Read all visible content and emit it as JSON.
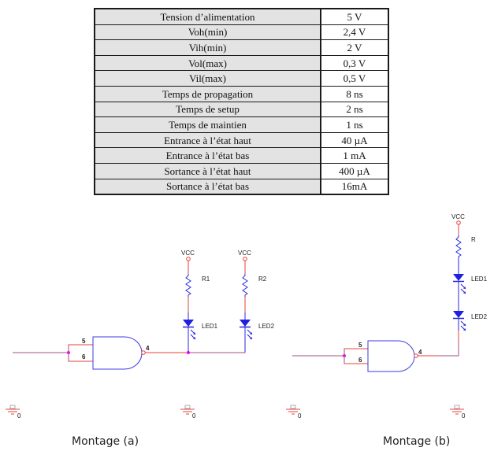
{
  "table": {
    "rows": [
      {
        "param": "Tension d’alimentation",
        "value": "5 V"
      },
      {
        "param": "Voh(min)",
        "value": "2,4 V"
      },
      {
        "param": "Vih(min)",
        "value": "2 V"
      },
      {
        "param": "Vol(max)",
        "value": "0,3 V"
      },
      {
        "param": "Vil(max)",
        "value": "0,5 V"
      },
      {
        "param": "Temps de propagation",
        "value": "8 ns"
      },
      {
        "param": "Temps de setup",
        "value": "2 ns"
      },
      {
        "param": "Temps de maintien",
        "value": "1 ns"
      },
      {
        "param": "Entrance à l’état haut",
        "value": "40 µA"
      },
      {
        "param": "Entrance à l’état bas",
        "value": "1 mA"
      },
      {
        "param": "Sortance à l’état haut",
        "value": "400 µA"
      },
      {
        "param": "Sortance à l’état bas",
        "value": "16mA"
      }
    ]
  },
  "montage_a": {
    "caption": "Montage (a)",
    "gate_pins": {
      "in1": "5",
      "in2": "6",
      "out": "4"
    },
    "branches": [
      {
        "supply": "VCC",
        "resistor": "R1",
        "led": "LED1"
      },
      {
        "supply": "VCC",
        "resistor": "R2",
        "led": "LED2"
      }
    ],
    "grounds": [
      "0",
      "0"
    ]
  },
  "montage_b": {
    "caption": "Montage (b)",
    "gate_pins": {
      "in1": "5",
      "in2": "6",
      "out": "4"
    },
    "supply": "VCC",
    "resistor": "R",
    "leds": [
      "LED1",
      "LED2"
    ],
    "grounds": [
      "0",
      "0"
    ]
  },
  "colors": {
    "wire": "#e8403a",
    "component": "#2a2ae0",
    "net": "#a05080",
    "junction": "#ff00ff"
  }
}
